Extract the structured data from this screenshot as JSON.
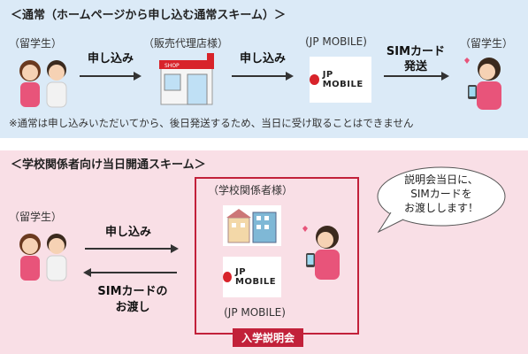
{
  "normal": {
    "title": "＜通常（ホームページから申し込む通常スキーム）＞",
    "actors": [
      "（留学生）",
      "（販売代理店様）",
      "(JP MOBILE)",
      "（留学生）"
    ],
    "steps": [
      "申し込み",
      "申し込み",
      "SIMカード",
      "発送"
    ],
    "note": "※通常は申し込みいただいてから、後日発送するため、当日に受け取ることはできません"
  },
  "school": {
    "title": "＜学校関係者向け当日開通スキーム＞",
    "student_label": "（留学生）",
    "school_label": "（学校関係者様）",
    "jp_label": "(JP MOBILE)",
    "step_apply": "申し込み",
    "step_return_1": "SIMカードの",
    "step_return_2": "お渡し",
    "ceremony": "入学説明会",
    "bubble_1": "説明会当日に、",
    "bubble_2": "SIMカードを",
    "bubble_3": "お渡しします！"
  },
  "logo": {
    "text": "JP MOBILE"
  },
  "shop_sign": "SHOP",
  "colors": {
    "top_bg": "#dbeaf7",
    "bottom_bg": "#f9dfe6",
    "accent": "#c2213a",
    "logo_red": "#d8232a"
  }
}
